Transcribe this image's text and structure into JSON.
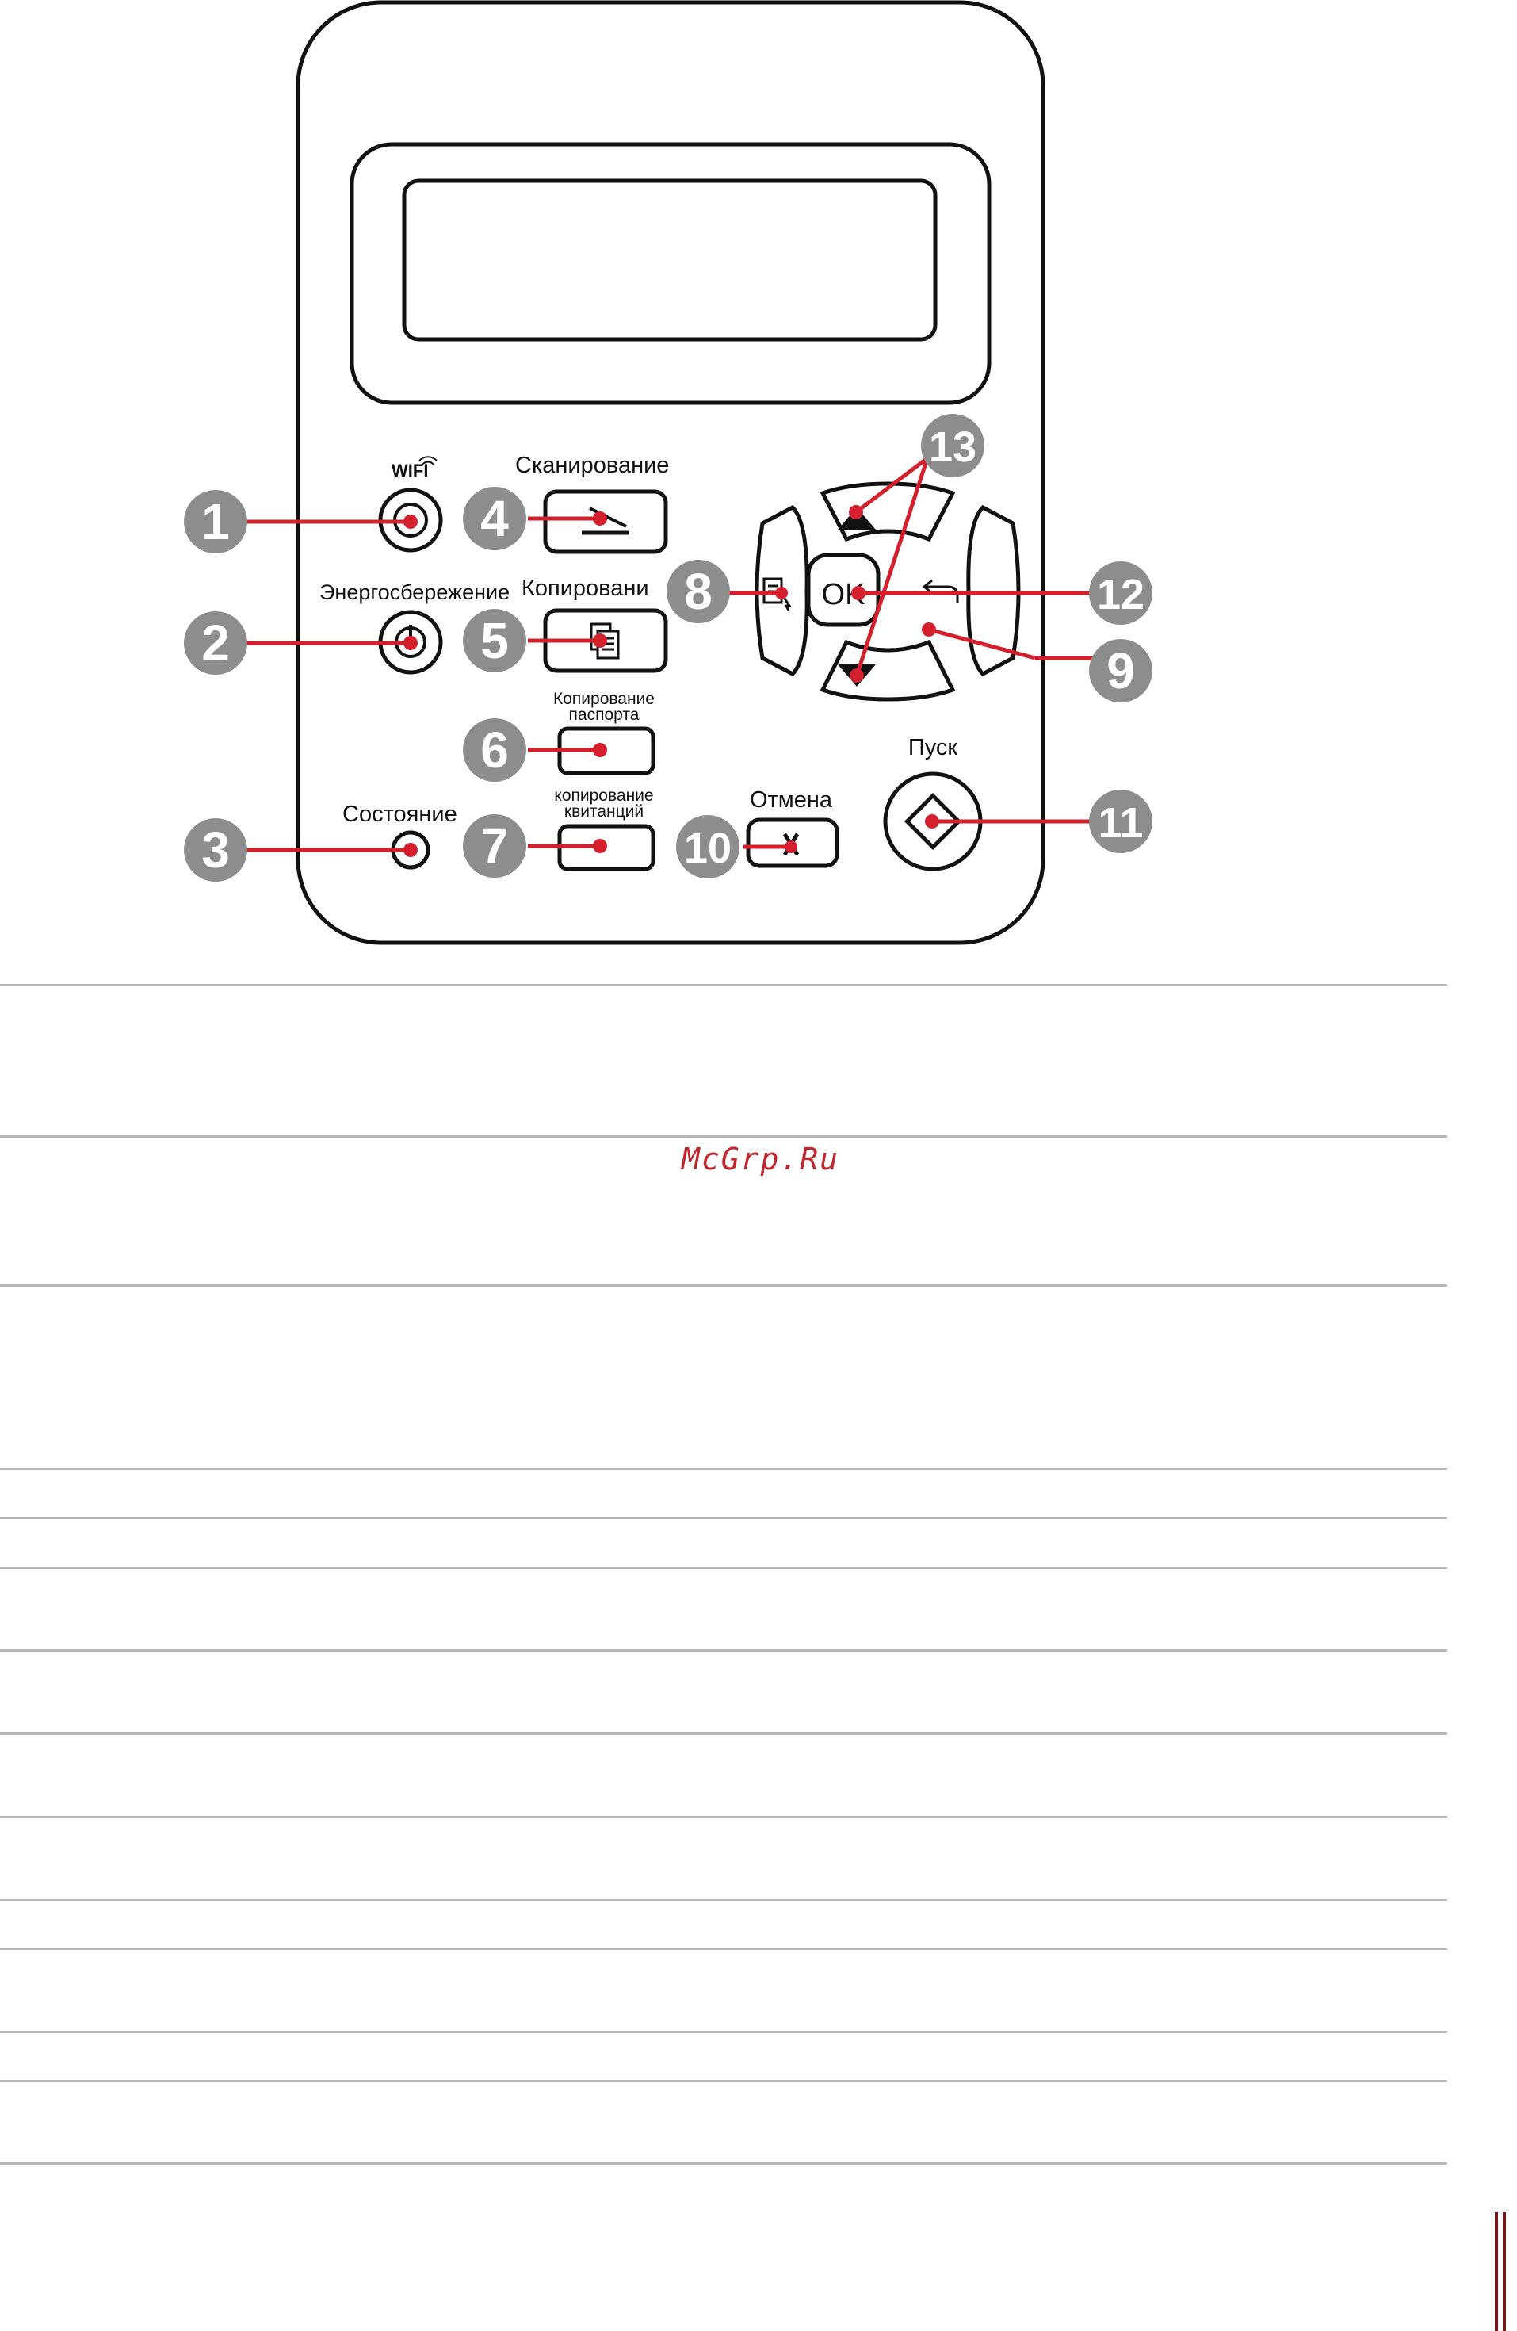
{
  "panel": {
    "labels": {
      "wifi": "WIFI",
      "energy_saving": "Энергосбережение",
      "status": "Состояние",
      "scan": "Сканирование",
      "copy": "Копировани",
      "passport_copy_line1": "Копирование",
      "passport_copy_line2": "паспорта",
      "receipt_copy_line1": "копирование",
      "receipt_copy_line2": "квитанций",
      "cancel": "Отмена",
      "start": "Пуск",
      "ok": "OK"
    },
    "callouts": [
      "1",
      "2",
      "3",
      "4",
      "5",
      "6",
      "7",
      "8",
      "9",
      "10",
      "11",
      "12",
      "13"
    ],
    "accent_color": "#d41f2c",
    "badge_color": "#8d8d8d"
  },
  "watermark": "McGrp.Ru"
}
